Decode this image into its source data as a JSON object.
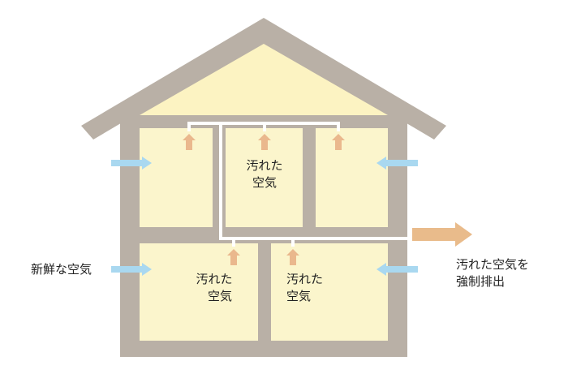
{
  "labels": {
    "fresh_air": "新鮮な空気",
    "room_upper_center": [
      "汚れた",
      "空気"
    ],
    "room_lower_left": [
      "汚れた",
      "空気"
    ],
    "room_lower_right": [
      "汚れた",
      "空気"
    ],
    "exhaust": [
      "汚れた空気を",
      "強制排出"
    ]
  },
  "colors": {
    "wall": "#b9b0a6",
    "room": "#fbf5cc",
    "attic": "#fcf3c2",
    "duct": "#ffffff",
    "fresh_air_arrow": "#a9d8f0",
    "dirty_air_arrow": "#eab88d",
    "exhaust_arrow": "#e9bb8b"
  }
}
